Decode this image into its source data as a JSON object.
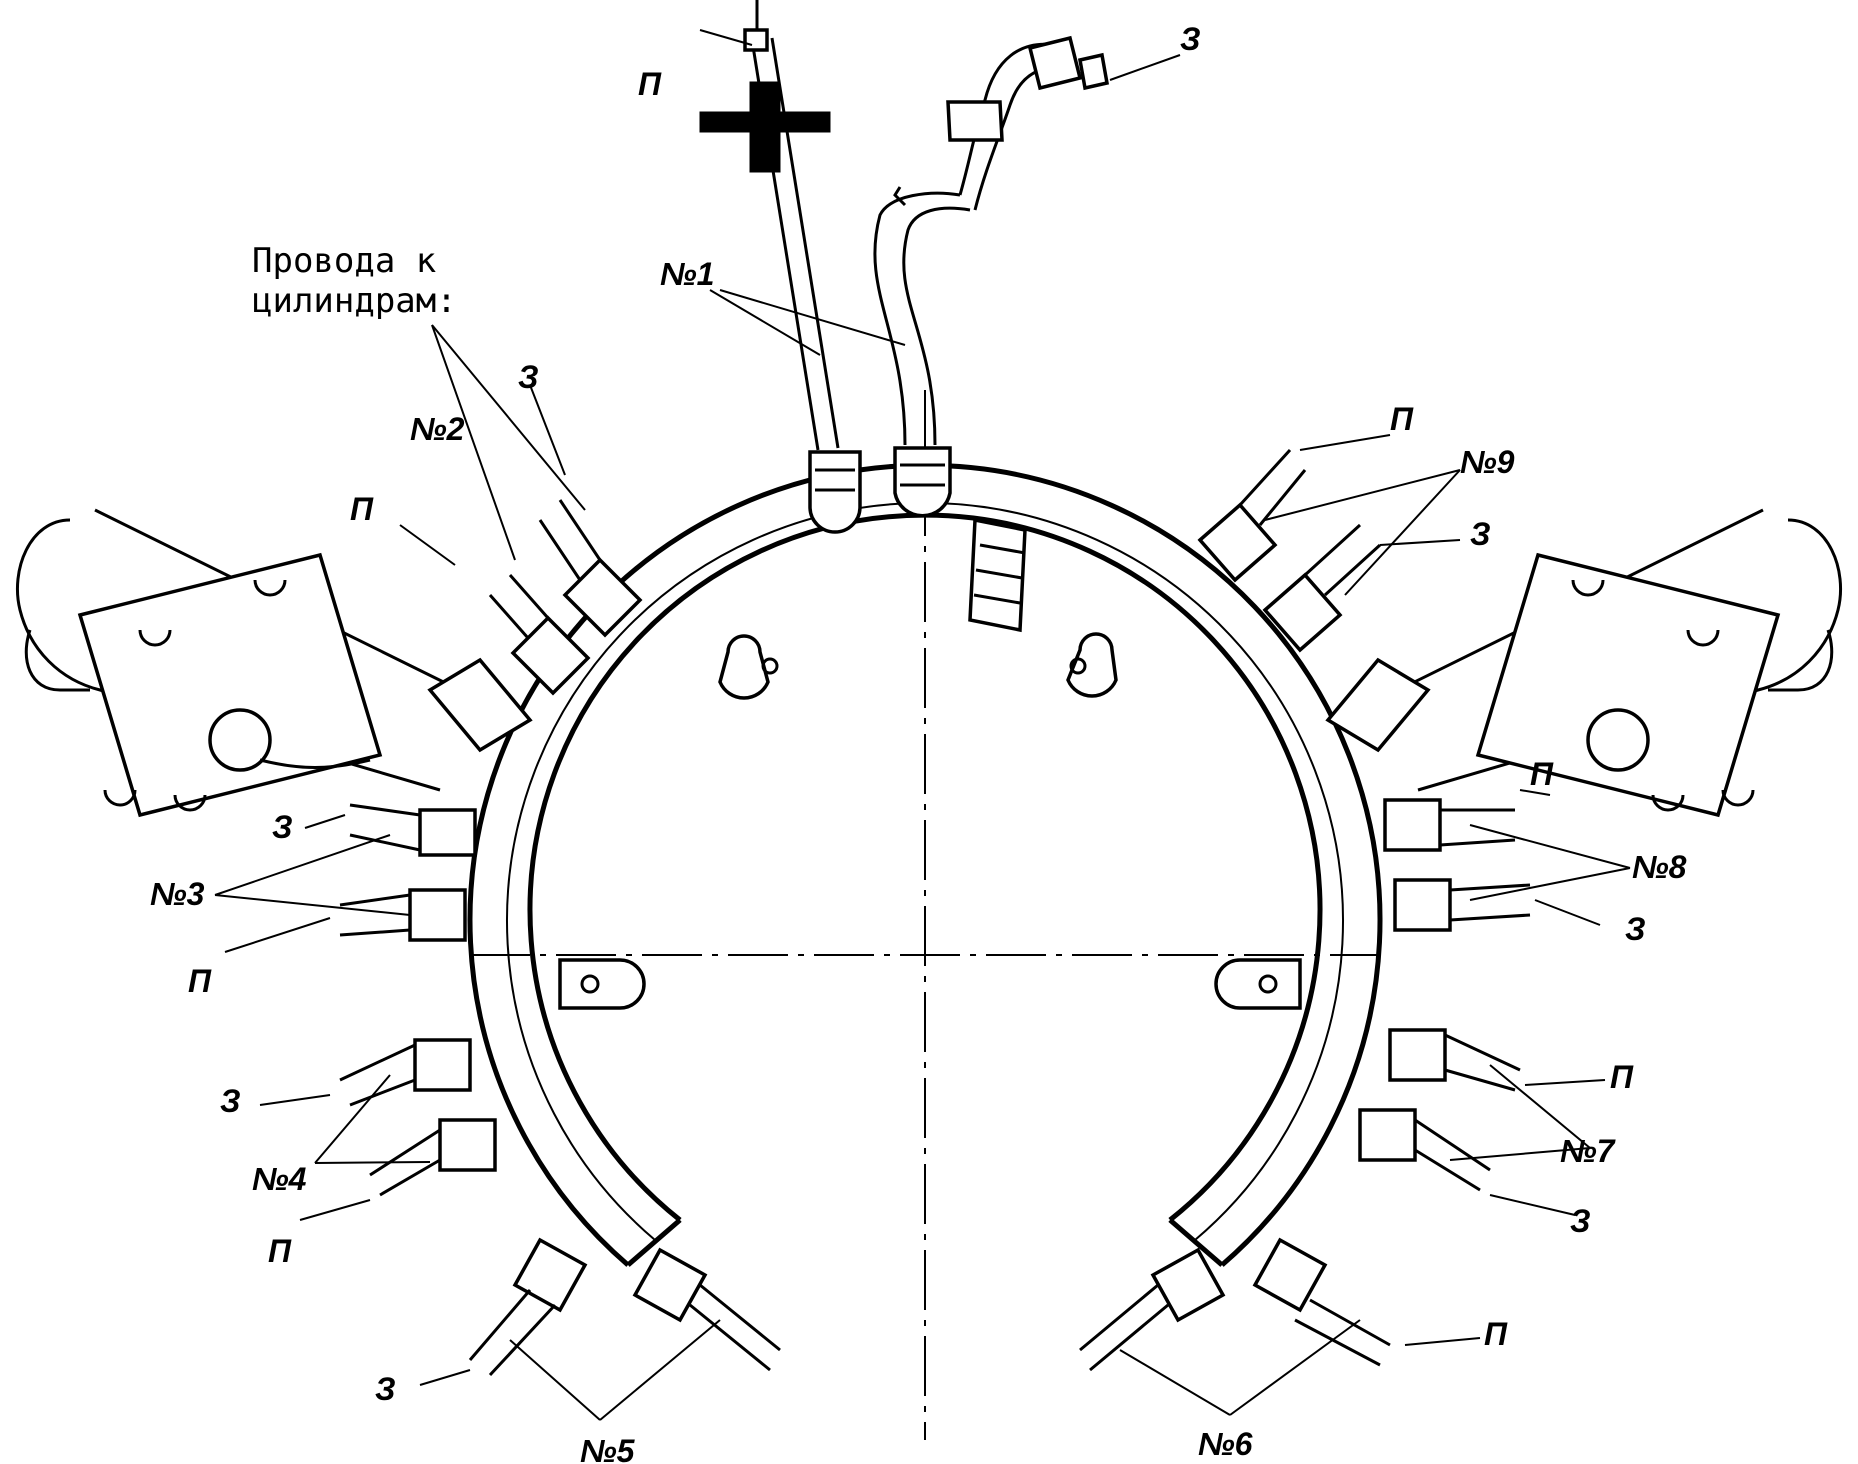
{
  "caption": {
    "line1": "Провода к",
    "line2": "цилиндрам:"
  },
  "labels": {
    "c1": "№1",
    "c2": "№2",
    "c3": "№3",
    "c4": "№4",
    "c5": "№5",
    "c6": "№6",
    "c7": "№7",
    "c8": "№8",
    "c9": "№9",
    "p": "П",
    "z": "З"
  }
}
